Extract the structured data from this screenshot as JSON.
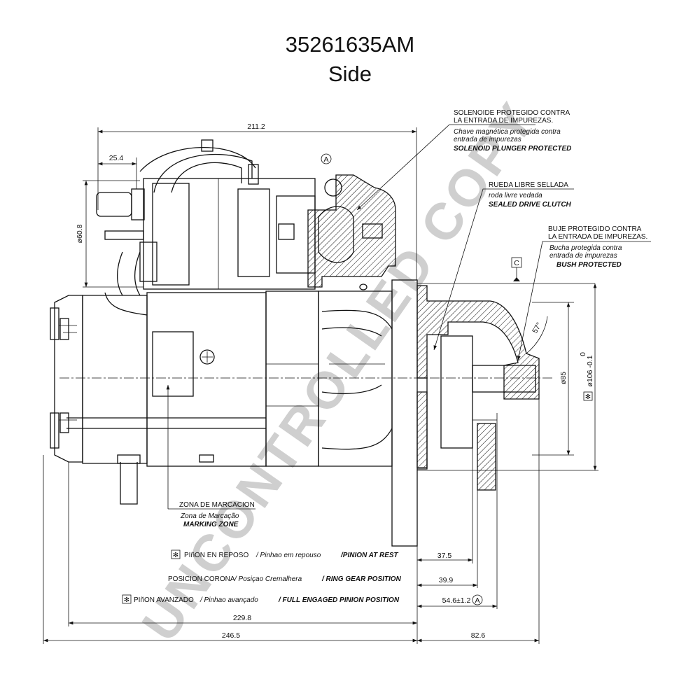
{
  "header": {
    "part_number": "35261635AM",
    "view": "Side"
  },
  "watermark": "UNCONTROLLED COPY",
  "datums": {
    "a": "A",
    "c": "C"
  },
  "dimensions": {
    "overall_top": "211.2",
    "terminal": "25.4",
    "body_dia": "ø60.8",
    "angle": "57°",
    "pilot_dia": "ø85",
    "flange_dia": "ø106 -0.1",
    "flange_tol": "0",
    "pinion_rest": "37.5",
    "ring_gear": "39.9",
    "pinion_engaged": "54.6±1.2",
    "len_229": "229.8",
    "len_246": "246.5",
    "len_82": "82.6"
  },
  "notes": {
    "solenoid": {
      "es1": "SOLENOIDE PROTEGIDO CONTRA",
      "es2": "LA ENTRADA DE IMPUREZAS.",
      "pt1": "Chave magnética protegida contra",
      "pt2": "entrada de impurezas",
      "en": "SOLENOID PLUNGER PROTECTED"
    },
    "clutch": {
      "es": "RUEDA LIBRE SELLADA",
      "pt": "roda livre vedada",
      "en": "SEALED DRIVE CLUTCH"
    },
    "bush": {
      "es1": "BUJE PROTEGIDO CONTRA",
      "es2": "LA ENTRADA DE IMPUREZAS.",
      "pt1": "Bucha protegida contra",
      "pt2": "entrada de impurezas",
      "en": "BUSH PROTECTED"
    },
    "marking": {
      "es": "ZONA DE MARCACION",
      "pt": "Zona de Marcação",
      "en": "MARKING ZONE"
    }
  },
  "positions": {
    "rest": {
      "es": "PIñON EN REPOSO",
      "pt": "/ Pinhao em repouso",
      "en": "/PINION AT REST"
    },
    "ring": {
      "es": "POSICION CORONA",
      "pt": "/ Posiçao Cremalhera",
      "en": "/ RING GEAR POSITION"
    },
    "engaged": {
      "es": "PIñON AVANZADO",
      "pt": "/ Pinhao avançado",
      "en": "/ FULL ENGAGED PINION POSITION"
    }
  },
  "symbols": {
    "critical": "✻"
  }
}
